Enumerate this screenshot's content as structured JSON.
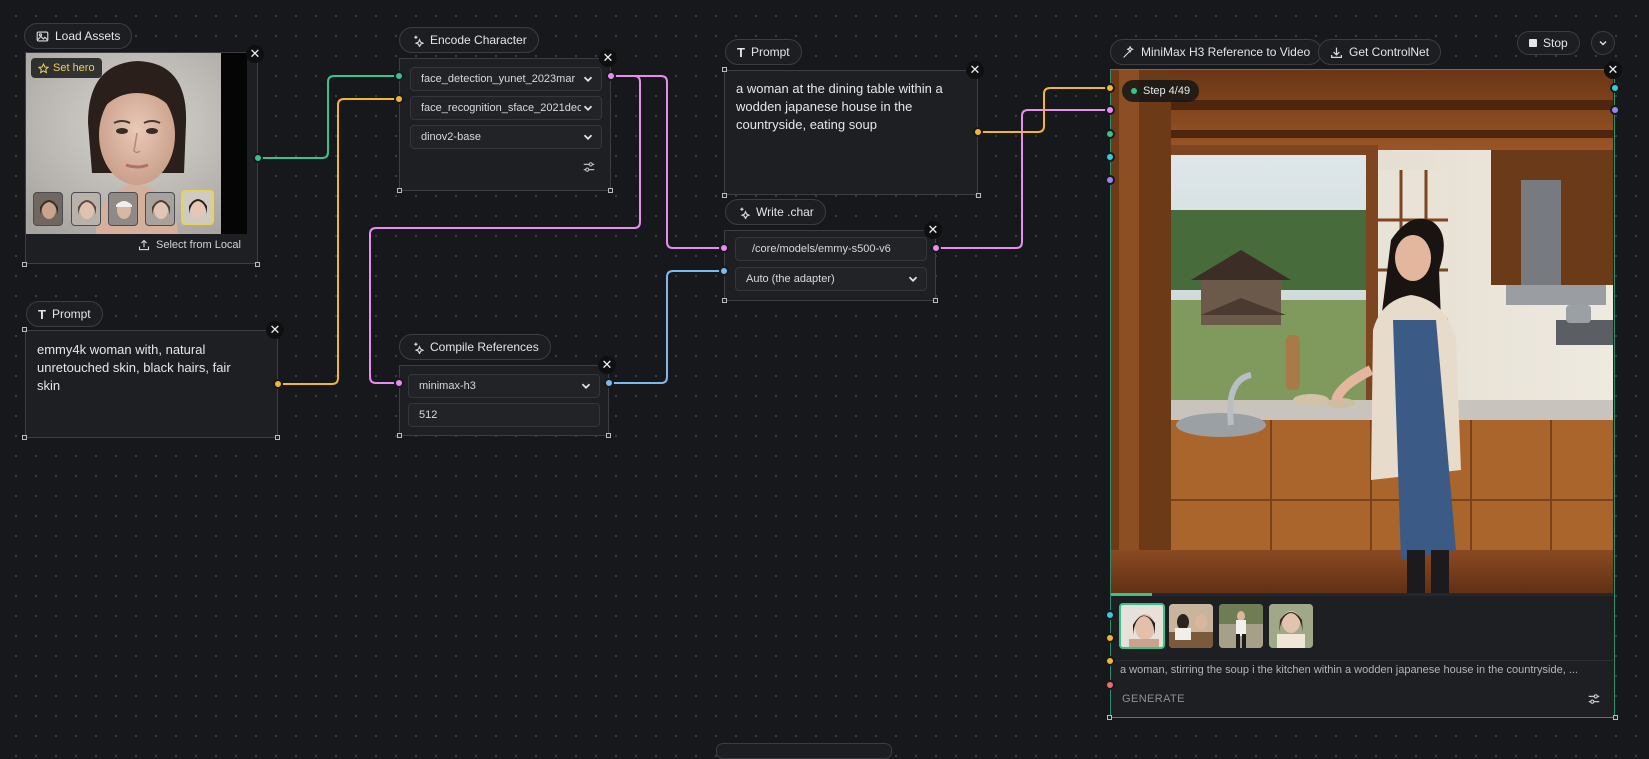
{
  "load_assets": {
    "title": "Load Assets",
    "set_hero": "Set hero",
    "select_local": "Select from Local",
    "thumbnail_count": 5,
    "selected_thumbnail": 5
  },
  "prompt_left": {
    "title": "Prompt",
    "text": "emmy4k woman with, natural unretouched skin, black hairs, fair skin"
  },
  "encode_character": {
    "title": "Encode Character",
    "detector": "face_detection_yunet_2023mar",
    "recognizer": "face_recognition_sface_2021dec",
    "embedder": "dinov2-base"
  },
  "compile_references": {
    "title": "Compile References",
    "model": "minimax-h3",
    "size": "512"
  },
  "prompt_center": {
    "title": "Prompt",
    "text": "a woman at the dining table within a wodden japanese house in the countryside, eating soup"
  },
  "write_char": {
    "title": "Write .char",
    "path": "/core/models/emmy-s500-v6",
    "adapter": "Auto (the adapter)"
  },
  "toolbar": {
    "minimax_label": "MiniMax H3 Reference to Video",
    "controlnet_label": "Get ControlNet",
    "stop_label": "Stop"
  },
  "output": {
    "step": "Step 4/49",
    "progress": 0.082,
    "caption": "a woman, stirring the soup i the kitchen within a wodden japanese house in the countryside, ...",
    "generate_placeholder": "GENERATE",
    "thumbnail_count": 4
  },
  "colors": {
    "green": "#35c48a",
    "yellow": "#f2b632",
    "pink": "#e88cf0",
    "blue": "#7fb8ee",
    "cyan": "#35c9dc",
    "purple": "#9b85f0",
    "red": "#f06a6a",
    "hero_yellow": "#e8d25a"
  }
}
